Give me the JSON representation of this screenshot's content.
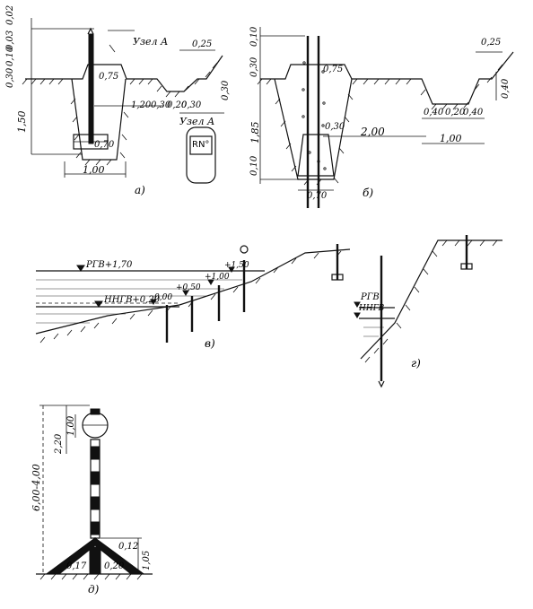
{
  "panel_a": {
    "caption": "а)",
    "node_label": "Узел А",
    "node_label2": "Узел А",
    "dims": {
      "d002": "0,02",
      "d003": "0,03",
      "d010": "0,10",
      "d030": "0,30",
      "d150": "1,50",
      "d075": "0,75",
      "d025": "0,25",
      "d030b": "0,30",
      "d120": "1,20",
      "d030c": "0,30",
      "d020": "0,20",
      "d030d": "0,30",
      "d070": "0,70",
      "d100": "1,00"
    },
    "plate_text": "RN°"
  },
  "panel_b": {
    "caption": "б)",
    "dims": {
      "d010": "0,10",
      "d030": "0,30",
      "d075": "0,75",
      "d025": "0,25",
      "d040": "0,40",
      "d185": "1,85",
      "d030b": "0,30",
      "d200": "2,00",
      "d040b": "0,40",
      "d020": "0,20",
      "d040c": "0,40",
      "d100": "1,00",
      "d010b": "0,10",
      "d070": "0,70"
    }
  },
  "panel_v": {
    "caption": "в)",
    "rgv": "РГВ+1,70",
    "nngv": "ННГВ+0,20",
    "l000": "0,00",
    "l050": "+0,50",
    "l100": "+1,00",
    "l150": "+1,50"
  },
  "panel_g": {
    "caption": "г)",
    "rgv": "РГВ",
    "nngv": "ННГВ"
  },
  "panel_d": {
    "caption": "д)",
    "d600": "6,00-4,00",
    "d220": "2,20",
    "d100": "1,00",
    "d012": "0,12",
    "d105": "1,05",
    "d017": "0,17",
    "d020": "0,20"
  }
}
